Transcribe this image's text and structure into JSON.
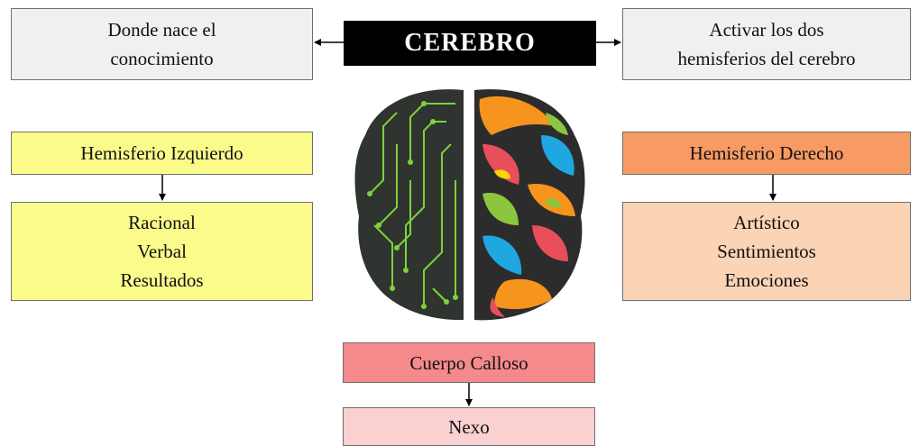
{
  "title": "CEREBRO",
  "top_left": {
    "lines": [
      "Donde nace el",
      "conocimiento"
    ]
  },
  "top_right": {
    "lines": [
      "Activar los dos",
      "hemisferios del cerebro"
    ]
  },
  "left_header": "Hemisferio Izquierdo",
  "left_items": [
    "Racional",
    "Verbal",
    "Resultados"
  ],
  "right_header": "Hemisferio Derecho",
  "right_items": [
    "Artístico",
    "Sentimientos",
    "Emociones"
  ],
  "bottom_header": "Cuerpo Calloso",
  "bottom_item": "Nexo",
  "colors": {
    "title_bg": "#000000",
    "left": "#fbfb8c",
    "right_header": "#f79a63",
    "right_body": "#fbd3b5",
    "bottom_header": "#f58a8c",
    "bottom_body": "#fad0d0"
  },
  "icons": [
    "brain-illustration"
  ]
}
